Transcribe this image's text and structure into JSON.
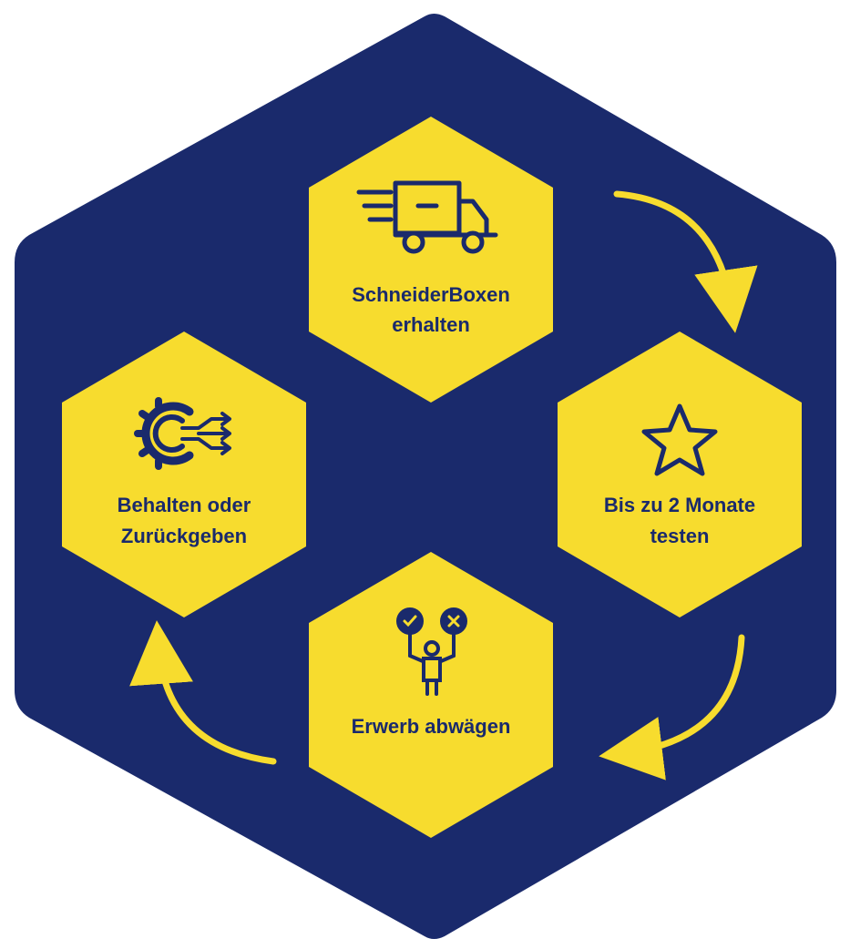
{
  "colors": {
    "background": "#ffffff",
    "outer_hexagon": "#1a2a6c",
    "step_hexagon": "#f7dc2e",
    "icon_and_text": "#1a2a6c",
    "arrow": "#f7dc2e"
  },
  "steps": [
    {
      "icon": "delivery-truck-icon",
      "lines": [
        "SchneiderBoxen",
        "erhalten"
      ]
    },
    {
      "icon": "star-icon",
      "lines": [
        "Bis zu 2 Monate",
        "testen"
      ]
    },
    {
      "icon": "decision-person-icon",
      "lines": [
        "Erwerb abwägen"
      ]
    },
    {
      "icon": "gear-arrows-icon",
      "lines": [
        "Behalten oder",
        "Zurückgeben"
      ]
    }
  ],
  "flow": [
    {
      "from": "SchneiderBoxen erhalten",
      "to": "Bis zu 2 Monate testen"
    },
    {
      "from": "Bis zu 2 Monate testen",
      "to": "Erwerb abwägen"
    },
    {
      "from": "Erwerb abwägen",
      "to": "Behalten oder Zurückgeben"
    }
  ]
}
